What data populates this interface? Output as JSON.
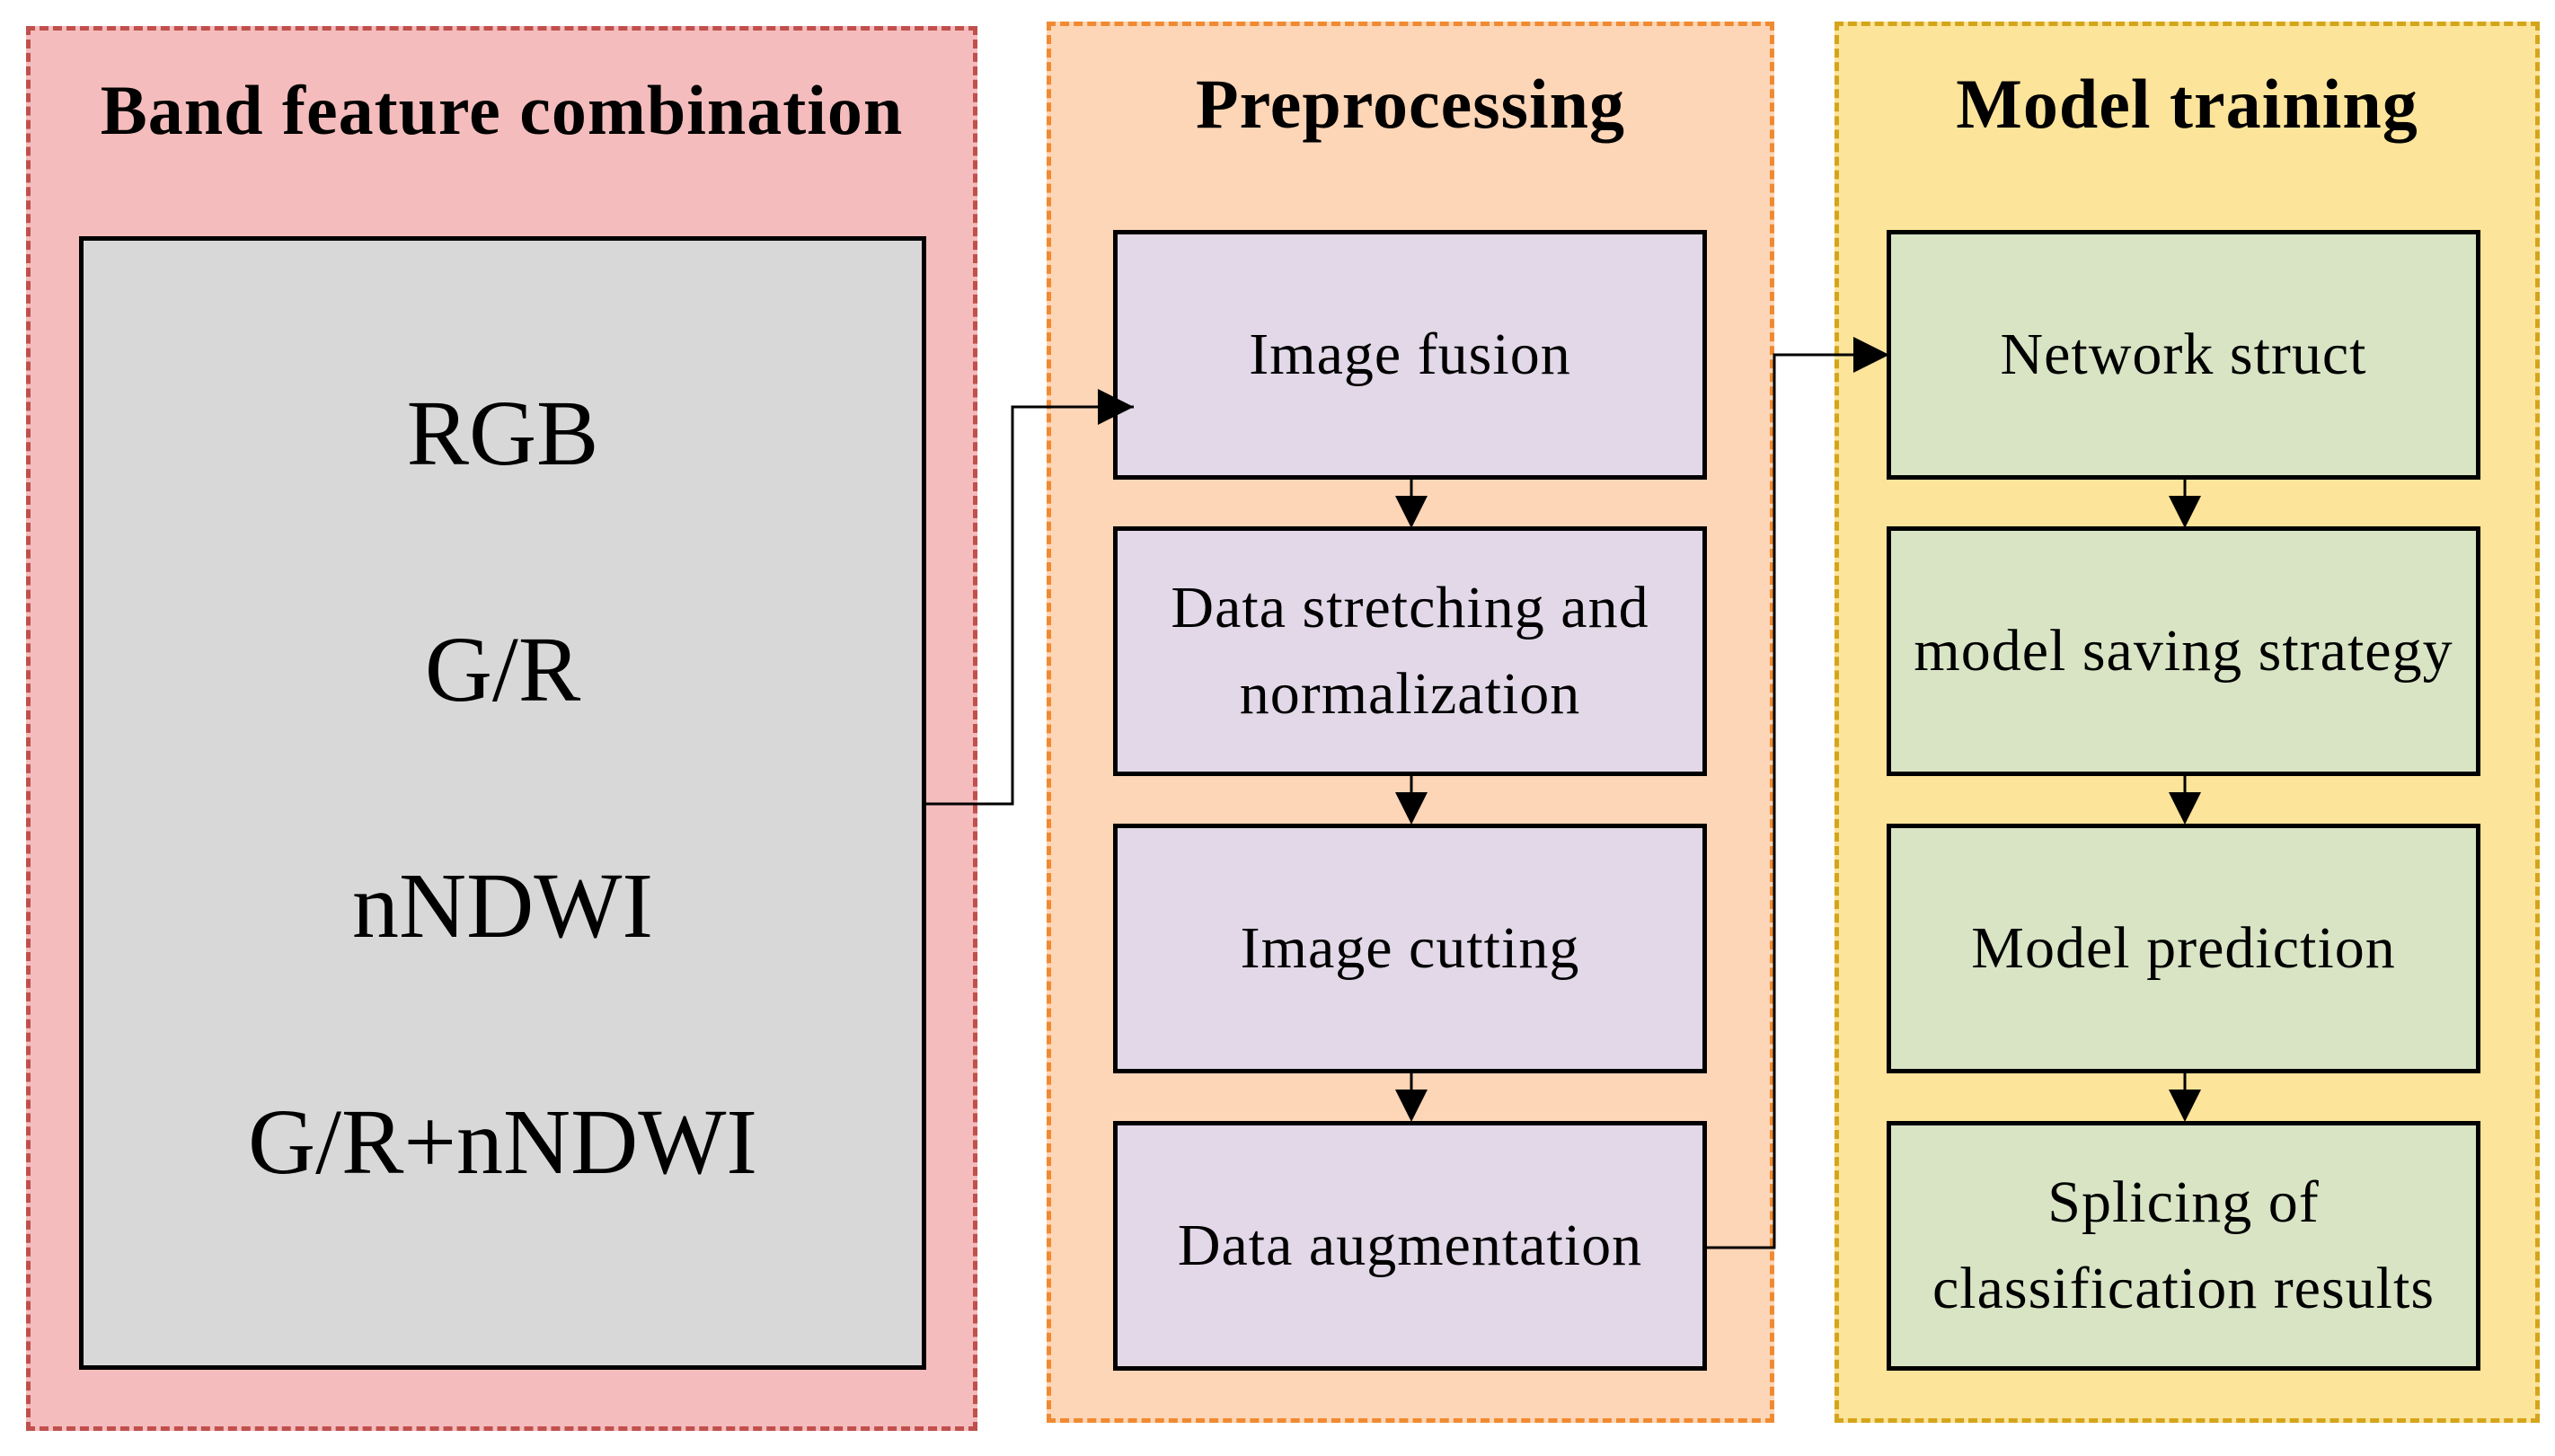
{
  "panels": {
    "band": {
      "title": "Band feature combination",
      "items": [
        "RGB",
        "G/R",
        "nNDWI",
        "G/R+nNDWI"
      ]
    },
    "preprocessing": {
      "title": "Preprocessing",
      "steps": [
        [
          "Image fusion"
        ],
        [
          "Data stretching and",
          "normalization"
        ],
        [
          "Image cutting"
        ],
        [
          "Data augmentation"
        ]
      ]
    },
    "training": {
      "title": "Model training",
      "steps": [
        [
          "Network struct"
        ],
        [
          "model saving strategy"
        ],
        [
          "Model prediction"
        ],
        [
          "Splicing of",
          "classification results"
        ]
      ]
    }
  },
  "colors": {
    "band_panel": "#f4bcbc",
    "preprocessing_panel": "#fdd5b7",
    "training_panel": "#fce49a",
    "band_box": "#d8d8d8",
    "preprocessing_box": "#e2d8e8",
    "training_box": "#d8e4c4"
  }
}
